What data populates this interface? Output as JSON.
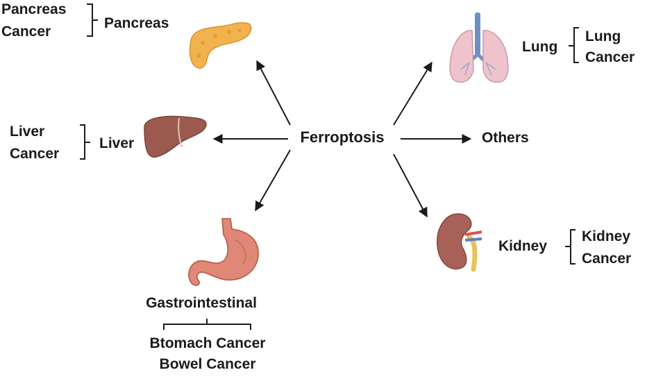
{
  "center": {
    "label": "Ferroptosis"
  },
  "organs": {
    "pancreas": {
      "label": "Pancreas",
      "cancer_lines": [
        "Pancreas",
        "Cancer"
      ]
    },
    "liver": {
      "label": "Liver",
      "cancer_lines": [
        "Liver",
        "Cancer"
      ]
    },
    "gastro": {
      "label": "Gastrointestinal",
      "cancer_lines": [
        "Btomach Cancer",
        "Bowel Cancer"
      ]
    },
    "lung": {
      "label": "Lung",
      "cancer_lines": [
        "Lung",
        "Cancer"
      ]
    },
    "others": {
      "label": "Others"
    },
    "kidney": {
      "label": "Kidney",
      "cancer_lines": [
        "Kidney",
        "Cancer"
      ]
    }
  },
  "colors": {
    "pancreas": "#f2b24e",
    "liver": "#9c5a4f",
    "stomach": "#e08878",
    "lung": "#efc3cc",
    "trachea": "#6f8fc4",
    "kidney": "#a8625a",
    "ureter": "#e6c45a"
  }
}
